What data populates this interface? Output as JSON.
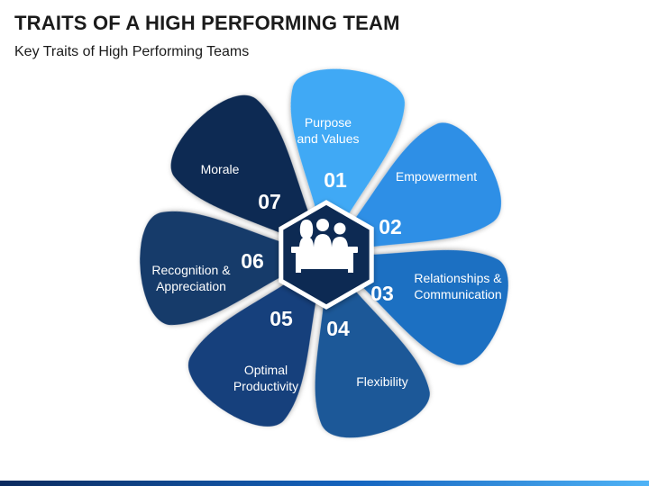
{
  "title": "TRAITS OF A HIGH PERFORMING TEAM",
  "subtitle": "Key Traits of High Performing Teams",
  "center_icon": "team-meeting-icon",
  "petals": [
    {
      "number": "01",
      "label": [
        "Purpose",
        "and Values"
      ],
      "color": "#3fa9f5"
    },
    {
      "number": "02",
      "label": [
        "Empowerment"
      ],
      "color": "#2f8fe6"
    },
    {
      "number": "03",
      "label": [
        "Relationships &",
        "Communication"
      ],
      "color": "#1f6fc2"
    },
    {
      "number": "04",
      "label": [
        "Flexibility"
      ],
      "color": "#1b5898"
    },
    {
      "number": "05",
      "label": [
        "Optimal",
        "Productivity"
      ],
      "color": "#173f7c"
    },
    {
      "number": "06",
      "label": [
        "Recognition &",
        "Appreciation"
      ],
      "color": "#163a6b"
    },
    {
      "number": "07",
      "label": [
        "Morale"
      ],
      "color": "#0f2b52"
    }
  ],
  "colors": {
    "hexagon": "#0f2b52",
    "hexagon_border": "#ffffff"
  }
}
